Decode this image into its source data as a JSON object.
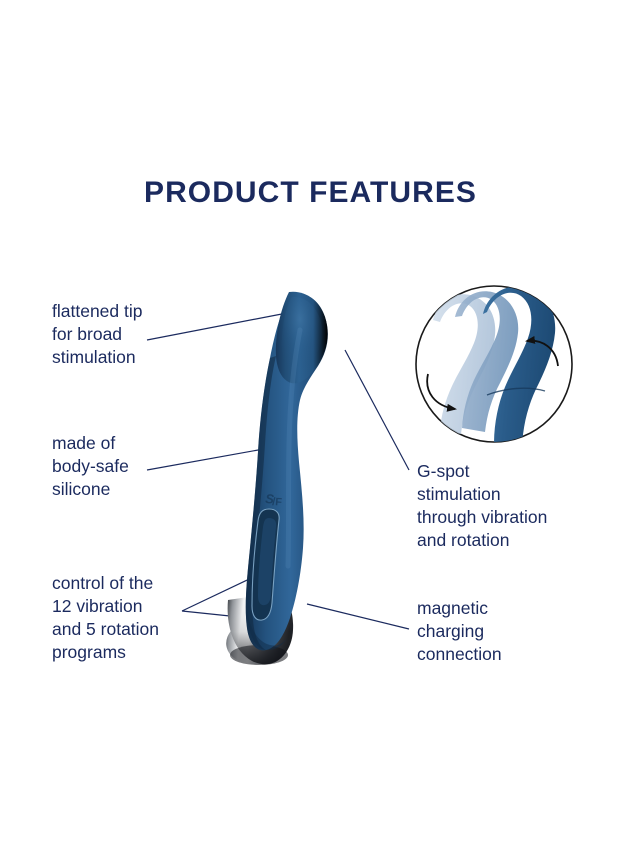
{
  "page": {
    "title": "PRODUCT FEATURES",
    "background_color": "#ffffff",
    "text_color": "#1b2a5e"
  },
  "callouts": {
    "flattened_tip": {
      "text": "flattened tip\nfor broad\nstimulation",
      "side": "left"
    },
    "silicone": {
      "text": "made of\nbody-safe\nsilicone",
      "side": "left"
    },
    "controls": {
      "text": "control of the\n12 vibration\nand 5 rotation\nprograms",
      "side": "left"
    },
    "gspot": {
      "text": "G-spot\nstimulation\nthrough vibration\nand rotation",
      "side": "right"
    },
    "magnetic": {
      "text": "magnetic\ncharging\nconnection",
      "side": "right"
    }
  },
  "product": {
    "body_color": "#24537f",
    "body_color_dark": "#1b3f63",
    "body_color_light": "#3a6e9e",
    "base_chrome_light": "#ffffff",
    "base_chrome_mid": "#b9bcc0",
    "base_chrome_dark": "#3a3d42",
    "logo_mark": "S",
    "control_button_count": 2
  },
  "inset": {
    "label": "rotation-motion-inset",
    "circle_stroke": "#1a1a1a",
    "ghost_light": "#b9cadd",
    "ghost_mid": "#7d9cbf",
    "solid": "#2a5c8a",
    "arrow_color": "#111111",
    "arrow_left_direction": "right",
    "arrow_right_direction": "left"
  },
  "leader_lines": {
    "color": "#1b2a5e",
    "count": 6
  }
}
